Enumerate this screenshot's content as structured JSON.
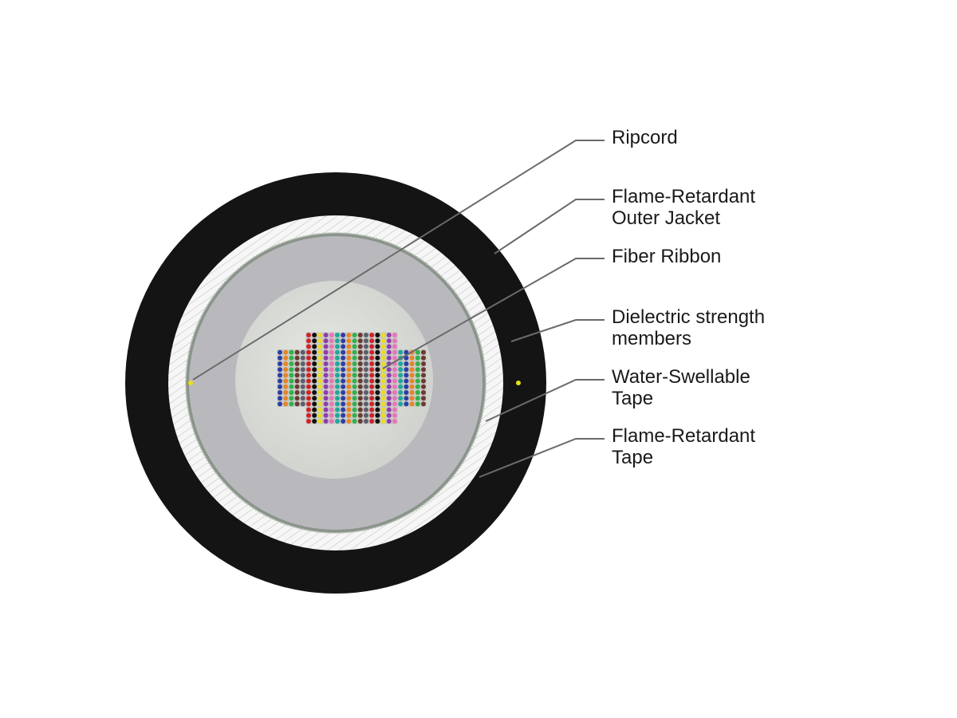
{
  "diagram": {
    "type": "cable-cross-section",
    "colors": {
      "background": "#ffffff",
      "outer_jacket": "#141414",
      "strength_members": "#f4f4f4",
      "flame_retardant_tape": "#8a948a",
      "water_swellable_tape": "#b9b9bd",
      "core": "#dcdedb",
      "leader_line": "#6a6a6a",
      "ripcord": "#e8e01a",
      "text": "#1a1a1a"
    },
    "fiber_colors": [
      "#2b3fa8",
      "#e8842a",
      "#2fb34a",
      "#6b3a35",
      "#5a5f6e",
      "#cf2228",
      "#111111",
      "#e8dc2a",
      "#8e3db0",
      "#e776b8",
      "#1fa89a"
    ]
  },
  "labels": [
    {
      "id": "ripcord",
      "lines": [
        "Ripcord"
      ]
    },
    {
      "id": "outer-jacket",
      "lines": [
        "Flame-Retardant",
        "Outer Jacket"
      ]
    },
    {
      "id": "fiber-ribbon",
      "lines": [
        "Fiber Ribbon"
      ]
    },
    {
      "id": "strength-members",
      "lines": [
        "Dielectric strength",
        "members"
      ]
    },
    {
      "id": "water-swellable-tape",
      "lines": [
        "Water-Swellable",
        "Tape"
      ]
    },
    {
      "id": "flame-retardant-tape",
      "lines": [
        "Flame-Retardant",
        "Tape"
      ]
    }
  ]
}
